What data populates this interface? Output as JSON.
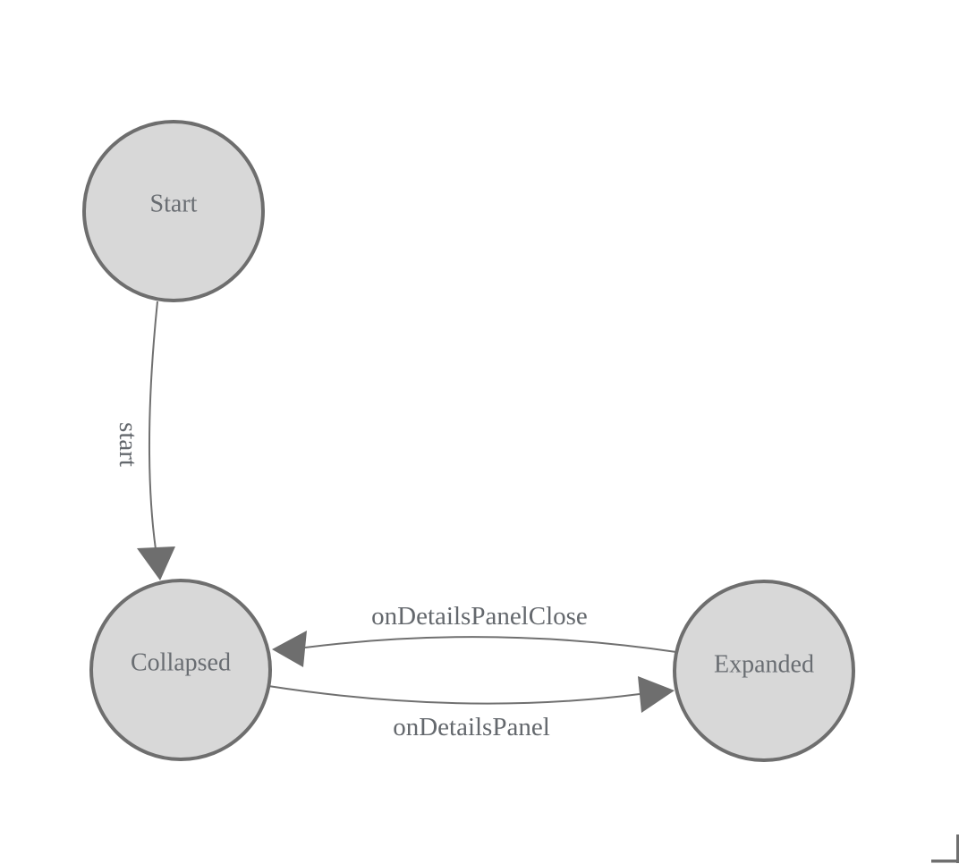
{
  "diagram": {
    "type": "state-machine",
    "background_color": "#ffffff",
    "nodes": [
      {
        "id": "start",
        "label": "Start"
      },
      {
        "id": "collapsed",
        "label": "Collapsed"
      },
      {
        "id": "expanded",
        "label": "Expanded"
      }
    ],
    "edges": [
      {
        "from": "Start",
        "to": "Collapsed",
        "label": "start",
        "label_rotation": "vertical"
      },
      {
        "from": "Expanded",
        "to": "Collapsed",
        "label": "onDetailsPanelClose",
        "label_rotation": "horizontal"
      },
      {
        "from": "Collapsed",
        "to": "Expanded",
        "label": "onDetailsPanel",
        "label_rotation": "horizontal"
      }
    ],
    "colors": {
      "node_fill": "#d8d8d8",
      "node_stroke": "#6e6e6e",
      "edge_stroke": "#707070",
      "arrowhead_fill": "#6e6e6e",
      "text": "#696d72",
      "corner_mark": "#6f6f6f"
    }
  }
}
